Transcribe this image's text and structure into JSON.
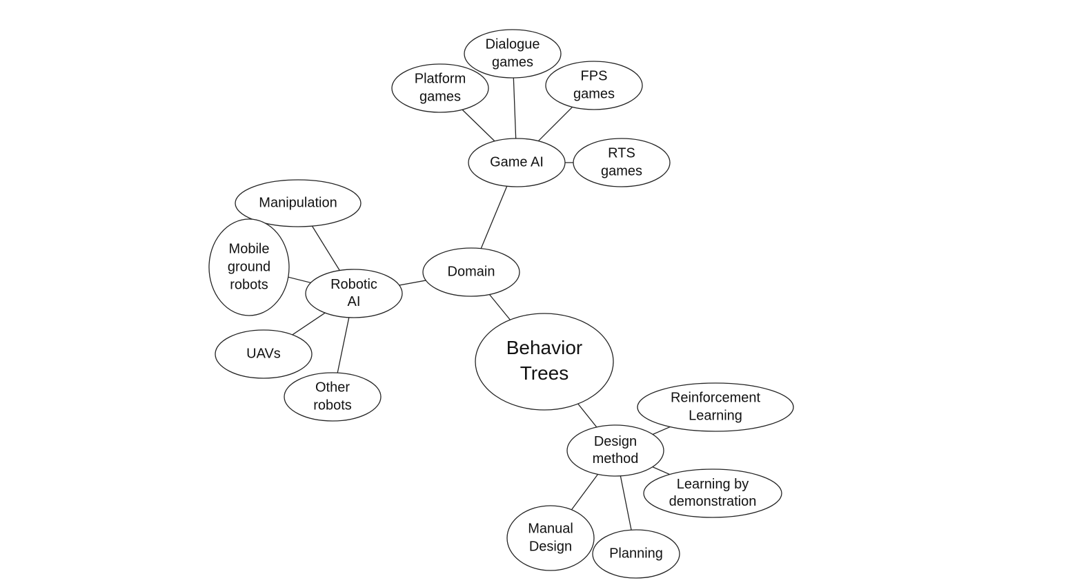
{
  "diagram": {
    "nodes": {
      "behavior_trees": [
        "Behavior",
        "Trees"
      ],
      "domain": [
        "Domain"
      ],
      "design_method": [
        "Design",
        "method"
      ],
      "game_ai": [
        "Game AI"
      ],
      "robotic_ai": [
        "Robotic",
        "AI"
      ],
      "platform_games": [
        "Platform",
        "games"
      ],
      "dialogue_games": [
        "Dialogue",
        "games"
      ],
      "fps_games": [
        "FPS",
        "games"
      ],
      "rts_games": [
        "RTS",
        "games"
      ],
      "manipulation": [
        "Manipulation"
      ],
      "mobile_ground_robots": [
        "Mobile",
        "ground",
        "robots"
      ],
      "uavs": [
        "UAVs"
      ],
      "other_robots": [
        "Other",
        "robots"
      ],
      "reinforcement_learning": [
        "Reinforcement",
        "Learning"
      ],
      "learning_by_demonstration": [
        "Learning by",
        "demonstration"
      ],
      "manual_design": [
        "Manual",
        "Design"
      ],
      "planning": [
        "Planning"
      ]
    },
    "edges": [
      [
        "behavior_trees",
        "domain"
      ],
      [
        "behavior_trees",
        "design_method"
      ],
      [
        "domain",
        "game_ai"
      ],
      [
        "domain",
        "robotic_ai"
      ],
      [
        "game_ai",
        "platform_games"
      ],
      [
        "game_ai",
        "dialogue_games"
      ],
      [
        "game_ai",
        "fps_games"
      ],
      [
        "game_ai",
        "rts_games"
      ],
      [
        "robotic_ai",
        "manipulation"
      ],
      [
        "robotic_ai",
        "mobile_ground_robots"
      ],
      [
        "robotic_ai",
        "uavs"
      ],
      [
        "robotic_ai",
        "other_robots"
      ],
      [
        "design_method",
        "reinforcement_learning"
      ],
      [
        "design_method",
        "learning_by_demonstration"
      ],
      [
        "design_method",
        "manual_design"
      ],
      [
        "design_method",
        "planning"
      ]
    ]
  }
}
